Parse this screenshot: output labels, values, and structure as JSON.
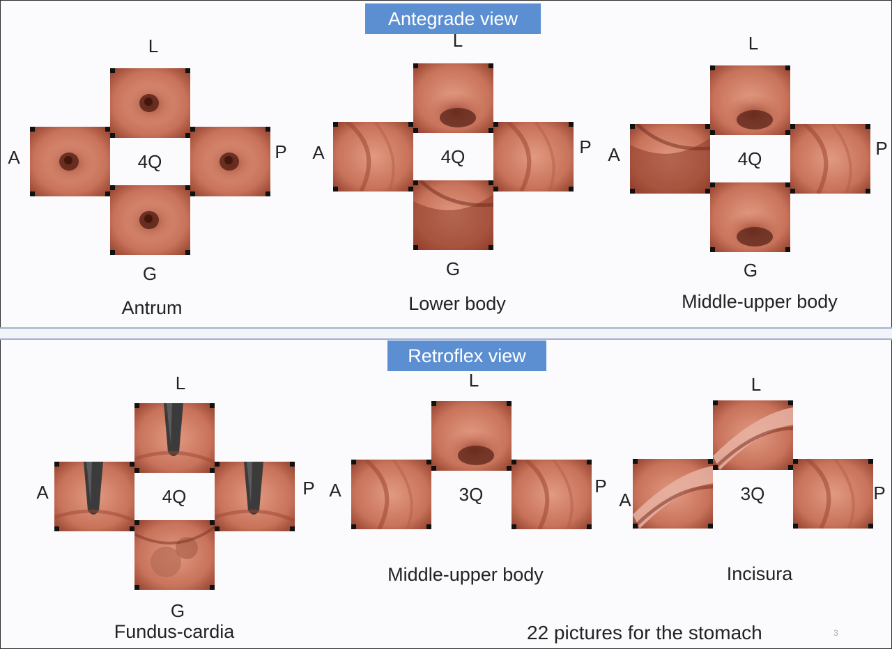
{
  "antegrade": {
    "title": "Antegrade view",
    "diagrams": [
      {
        "caption": "Antrum",
        "quadrant_label": "4Q",
        "lesser": "L",
        "greater": "G",
        "anterior": "A",
        "posterior": "P"
      },
      {
        "caption": "Lower body",
        "quadrant_label": "4Q",
        "lesser": "L",
        "greater": "G",
        "anterior": "A",
        "posterior": "P"
      },
      {
        "caption": "Middle-upper body",
        "quadrant_label": "4Q",
        "lesser": "L",
        "greater": "G",
        "anterior": "A",
        "posterior": "P"
      }
    ]
  },
  "retroflex": {
    "title": "Retroflex view",
    "diagrams": [
      {
        "caption": "Fundus-cardia",
        "quadrant_label": "4Q",
        "lesser": "L",
        "greater": "G",
        "anterior": "A",
        "posterior": "P"
      },
      {
        "caption": "Middle-upper body",
        "quadrant_label": "3Q",
        "lesser": "L",
        "anterior": "A",
        "posterior": "P"
      },
      {
        "caption": "Incisura",
        "quadrant_label": "3Q",
        "lesser": "L",
        "anterior": "A",
        "posterior": "P"
      }
    ]
  },
  "footer": {
    "summary": "22 pictures for the stomach",
    "page_number": "3"
  },
  "colors": {
    "banner": "#5b8fd1",
    "mucosa": "#c8725a",
    "mucosa_dark": "#5a2418"
  }
}
